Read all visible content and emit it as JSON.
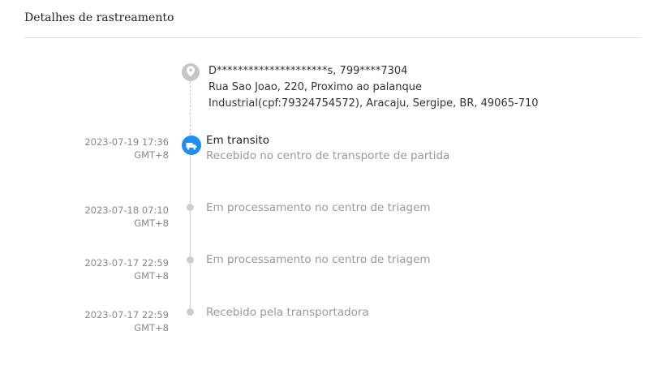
{
  "header": {
    "title": "Detalhes de rastreamento"
  },
  "address": {
    "icon": "location-pin-icon",
    "line1": "D*********************s,  799****7304",
    "line2": "Rua Sao Joao, 220, Proximo ao palanque",
    "line3": "Industrial(cpf:79324754572),  Aracaju,  Sergipe,  BR,  49065-710"
  },
  "events": [
    {
      "datetime": "2023-07-19 17:36",
      "timezone": "GMT+8",
      "status": "Em transito",
      "detail": "Recebido no centro de transporte de partida",
      "icon": "truck-icon",
      "active": true
    },
    {
      "datetime": "2023-07-18 07:10",
      "timezone": "GMT+8",
      "status": "Em processamento no centro de triagem",
      "active": false
    },
    {
      "datetime": "2023-07-17 22:59",
      "timezone": "GMT+8",
      "status": "Em processamento no centro de triagem",
      "active": false
    },
    {
      "datetime": "2023-07-17 22:59",
      "timezone": "GMT+8",
      "status": "Recebido pela transportadora",
      "active": false
    }
  ],
  "colors": {
    "accent": "#1f8ef1",
    "muted_text": "#999999",
    "dot": "#cdcdcd"
  }
}
